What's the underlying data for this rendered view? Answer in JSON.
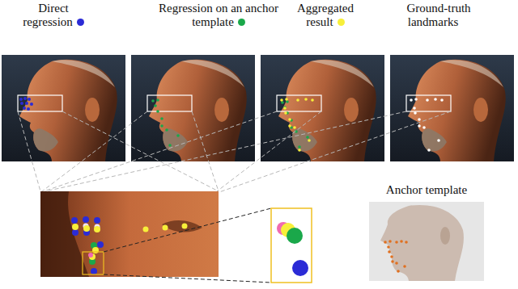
{
  "diagram": {
    "labels": [
      "Anchor template"
    ],
    "legend": [
      {
        "text": "Direct regression",
        "color": "#2b2bd6"
      },
      {
        "text": "Regression on an anchor template",
        "color": "#1aa84a"
      },
      {
        "text": "Aggregated result",
        "color": "#f7ef3a"
      },
      {
        "text": "Ground-truth landmarks",
        "color": "#ffffff"
      }
    ]
  }
}
